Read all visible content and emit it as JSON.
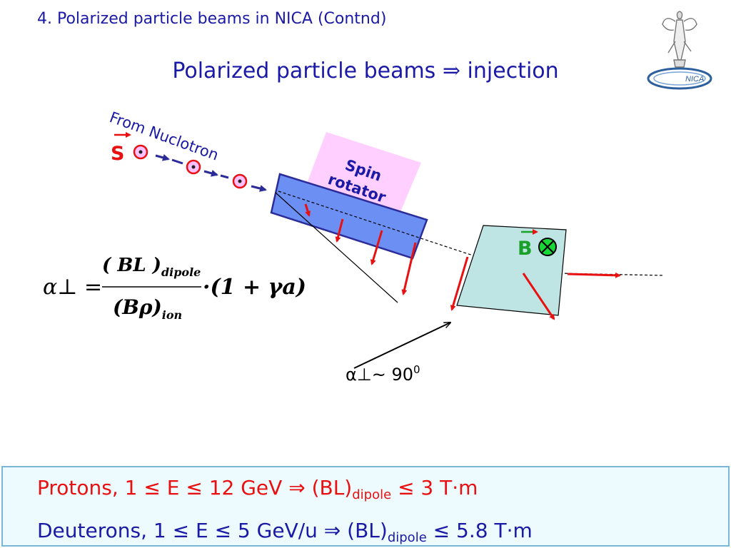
{
  "header": {
    "title": "4. Polarized particle beams in NICA (Contnd)",
    "subtitle_text": "Polarized particle beams",
    "subtitle_arrow": "⇒",
    "subtitle_end": "injection"
  },
  "logo": {
    "text": "NICA"
  },
  "diagram": {
    "source_label": "From Nuclotron",
    "spin_symbol": "S",
    "rotator_label_1": "Spin",
    "rotator_label_2": "rotator",
    "field_symbol": "B",
    "angle_label": "α⊥~ 90",
    "angle_sup": "0",
    "colors": {
      "spin_rotator_fill": "#ffd0ff",
      "dipole_fill": "#6b8ff2",
      "magnet_fill": "#bfe4e4",
      "spin_arrow": "#e81010",
      "beam_arrow": "#2b2b9a",
      "field_green": "#18a028"
    }
  },
  "formula": {
    "lhs": "α⊥ =",
    "numerator": "( BL )",
    "numerator_sub": "dipole",
    "denominator": "(Bρ)",
    "denominator_sub": "ion",
    "factor": "·(1 + γa)"
  },
  "footer": {
    "row1": {
      "a": "Protons, 1 ≤ E ≤ 12 GeV ⇒  (BL)",
      "sub": "dipole",
      "b": " ≤ 3 T·m"
    },
    "row2": {
      "a": "Deuterons, 1 ≤ E ≤ 5 GeV/u ⇒ (BL)",
      "sub": "dipole",
      "b": " ≤ 5.8 T·m"
    }
  }
}
